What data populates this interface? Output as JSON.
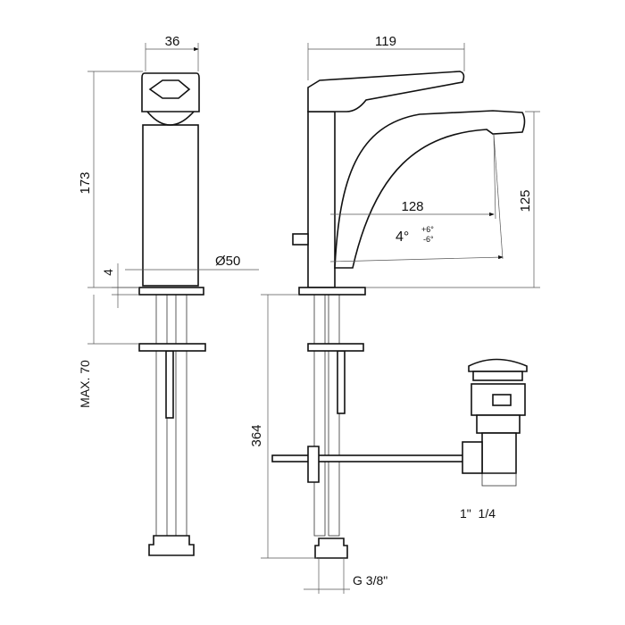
{
  "drawing": {
    "side_view": {
      "width_dim": "36",
      "height_dim": "173",
      "plate_dim": "4",
      "diameter_dim": "Ø50",
      "max_thickness_dim": "MAX. 70"
    },
    "front_view": {
      "spout_length_dim": "119",
      "reach_dim": "128",
      "angle_dim": "4°",
      "angle_tol_plus": "+6°",
      "angle_tol_minus": "-6°",
      "spout_height_dim": "125",
      "total_length_dim": "364",
      "hose_thread": "G 3/8\"",
      "drain_thread": "1\"  1/4"
    }
  }
}
